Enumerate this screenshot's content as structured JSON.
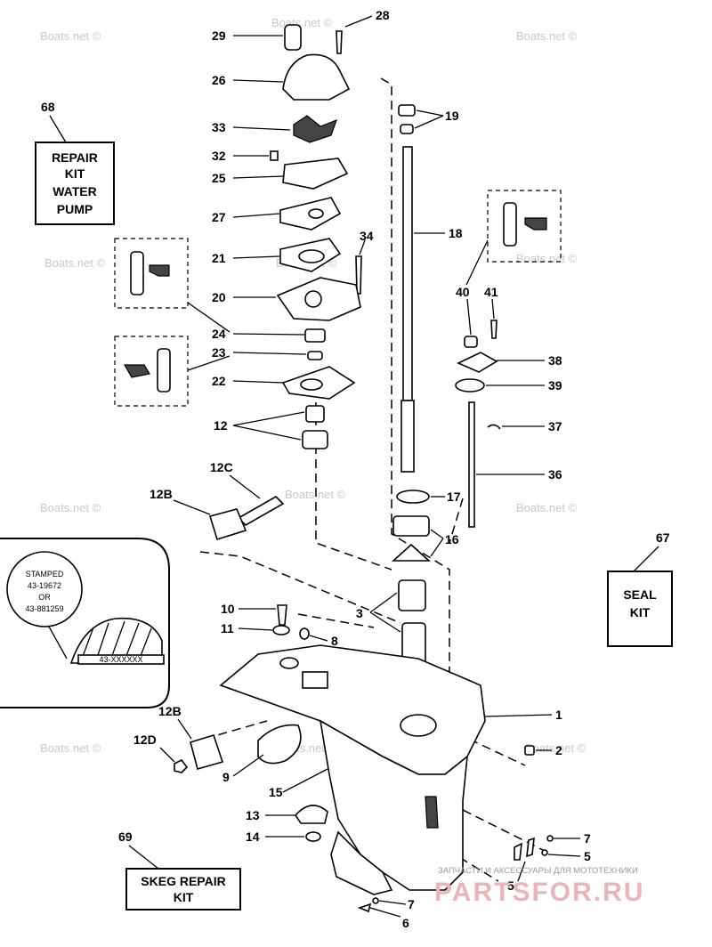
{
  "watermark": "Boats.net ©",
  "kits": {
    "water_pump": {
      "number": "68",
      "lines": [
        "REPAIR",
        "KIT",
        "WATER",
        "PUMP"
      ]
    },
    "seal": {
      "number": "67",
      "lines": [
        "SEAL",
        "KIT"
      ]
    },
    "skeg": {
      "number": "69",
      "lines": [
        "SKEG REPAIR",
        "KIT"
      ]
    }
  },
  "gear_inset": {
    "lines": [
      "STAMPED",
      "43-19672",
      "OR",
      "43-881259"
    ],
    "gear_text": "43-XXXXXX"
  },
  "callouts": {
    "p28": "28",
    "p29": "29",
    "p26": "26",
    "p19": "19",
    "p33": "33",
    "p32": "32",
    "p25": "25",
    "p18": "18",
    "p27": "27",
    "p34": "34",
    "p21": "21",
    "p20": "20",
    "p40": "40",
    "p41": "41",
    "p24": "24",
    "p23": "23",
    "p38": "38",
    "p22": "22",
    "p39": "39",
    "p37": "37",
    "p12": "12",
    "p36": "36",
    "p12c": "12C",
    "p12b": "12B",
    "p17": "17",
    "p16": "16",
    "p10": "10",
    "p3": "3",
    "p11": "11",
    "p8": "8",
    "p1": "1",
    "p12b2": "12B",
    "p2": "2",
    "p12d": "12D",
    "p9": "9",
    "p15": "15",
    "p13": "13",
    "p7a": "7",
    "p14": "14",
    "p5a": "5",
    "p5b": "5",
    "p7b": "7",
    "p6": "6"
  },
  "branding": {
    "tagline": "ЗАПЧАСТИ И АКСЕССУАРЫ ДЛЯ МОТОТЕХНИКИ",
    "logo": "PARTSFOR.RU"
  }
}
